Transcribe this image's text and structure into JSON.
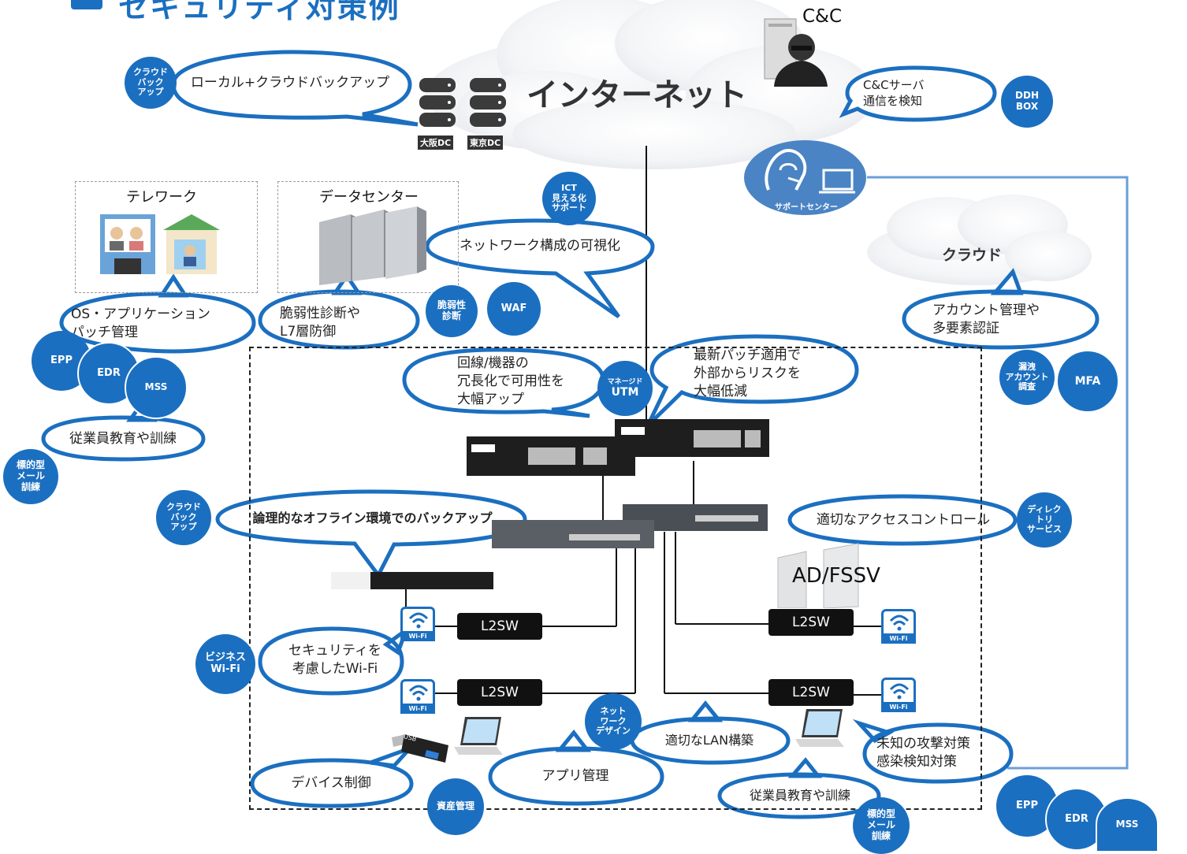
{
  "title": "セキュリティ対策例",
  "internet_label": "インターネット",
  "cnc_label": "C&C",
  "cloud_label": "クラウド",
  "support_center_label": "サポートセンター",
  "telework_label": "テレワーク",
  "datacenter_label": "データセンター",
  "dc_osaka": "大阪DC",
  "dc_tokyo": "東京DC",
  "ad_fssv_label": "AD/FSSV",
  "l2sw_label": "L2SW",
  "wifi_tag": "Wi-Fi",
  "usb_tag": "USB",
  "bubbles": {
    "cloud_backup": "ローカル+クラウドバックアップ",
    "cnc_detect": "C&Cサーバ\n通信を検知",
    "network_visualize": "ネットワーク構成の可視化",
    "os_patch": "OS・アプリケーション\nパッチ管理",
    "vuln_l7": "脆弱性診断や\nL7層防御",
    "redundancy": "回線/機器の\n冗長化で可用性を\n大幅アップ",
    "latest_patch": "最新パッチ適用で\n外部からリスクを\n大幅低減",
    "account_mfa": "アカウント管理や\n多要素認証",
    "staff_training_left": "従業員教育や訓練",
    "offline_backup": "論理的なオフライン環境でのバックアップ",
    "access_control": "適切なアクセスコントロール",
    "secure_wifi": "セキュリティを\n考慮したWi-Fi",
    "device_control": "デバイス制御",
    "app_mgmt": "アプリ管理",
    "lan_build": "適切なLAN構築",
    "staff_training_bottom": "従業員教育や訓練",
    "unknown_attack": "未知の攻撃対策\n感染検知対策"
  },
  "badges": {
    "cloud_backup_top": "クラウド\nバック\nアップ",
    "ddh_box": "DDH\nBOX",
    "ict_support": "ICT\n見える化\nサポート",
    "vuln_diag": "脆弱性\n診断",
    "waf": "WAF",
    "epp_left": "EPP",
    "edr_left": "EDR",
    "mss_left": "MSS",
    "phishing_left": "標的型\nメール\n訓練",
    "managed_utm_small": "マネージド",
    "managed_utm": "UTM",
    "leak_account": "漏洩\nアカウント\n調査",
    "mfa": "MFA",
    "cloud_backup_mid": "クラウド\nバック\nアップ",
    "directory": "ディレク\nトリ\nサービス",
    "business_wifi": "ビジネス\nWi-Fi",
    "network_design": "ネット\nワーク\nデザイン",
    "asset_mgmt": "資産管理",
    "phishing_bottom": "標的型\nメール\n訓練",
    "epp_right": "EPP",
    "edr_right": "EDR",
    "mss_right": "MSS"
  },
  "colors": {
    "accent": "#1b6fc0",
    "bubble_stroke": "#1b6fc0",
    "support_line": "#6a9fd8"
  },
  "icons": [
    "server-stack-icon",
    "headset-icon",
    "laptop-icon",
    "wifi-icon",
    "usb-icon",
    "hacker-icon",
    "server-tower-icon"
  ]
}
